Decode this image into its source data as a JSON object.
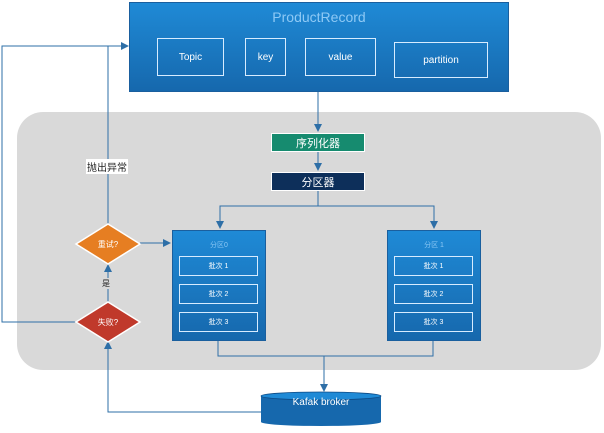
{
  "producer_record": {
    "title": "ProductRecord",
    "fields": [
      "Topic",
      "key",
      "value",
      "partition"
    ]
  },
  "serializer_label": "序列化器",
  "partitioner_label": "分区器",
  "partitions": [
    {
      "title": "分区0",
      "batches": [
        "批次 1",
        "批次 2",
        "批次 3"
      ]
    },
    {
      "title": "分区 1",
      "batches": [
        "批次 1",
        "批次 2",
        "批次 3"
      ]
    }
  ],
  "retry_label": "重试?",
  "fail_label": "失败?",
  "yes_label": "是",
  "throw_label": "抛出异常",
  "broker_label": "Kafak broker",
  "colors": {
    "blue": "#1a78c2",
    "serializer": "#168b6f",
    "partitioner": "#0d2f5a",
    "retry": "#e67e22",
    "fail": "#c0392b",
    "arrow": "#2e6fa7"
  }
}
